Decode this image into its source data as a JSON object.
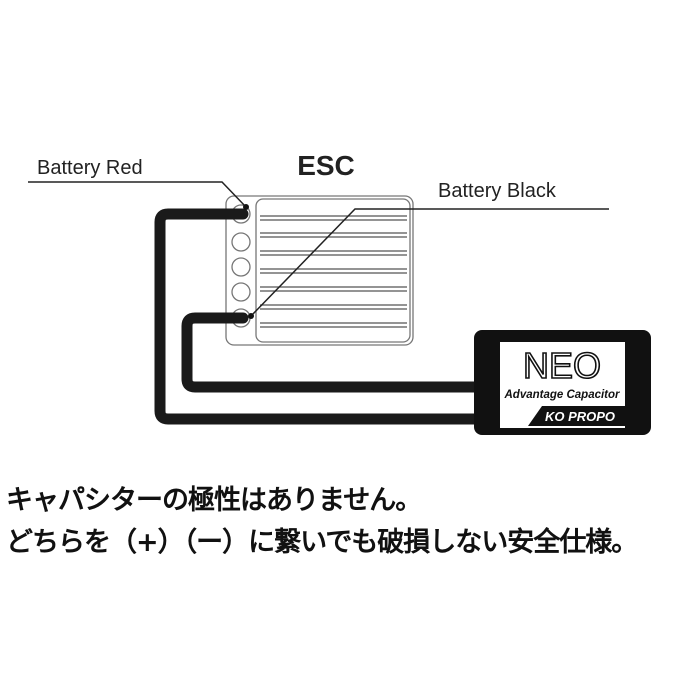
{
  "diagram": {
    "esc_label": "ESC",
    "battery_red_label": "Battery Red",
    "battery_black_label": "Battery Black",
    "capacitor": {
      "brand_logo": "NEO",
      "subtitle": "Advantage Capacitor",
      "maker": "KO PROPO"
    }
  },
  "caption": {
    "line1": "キャパシターの極性はありません。",
    "line2": "どちらを（+）（ー）に繋いでも破損しない安全仕様。"
  }
}
